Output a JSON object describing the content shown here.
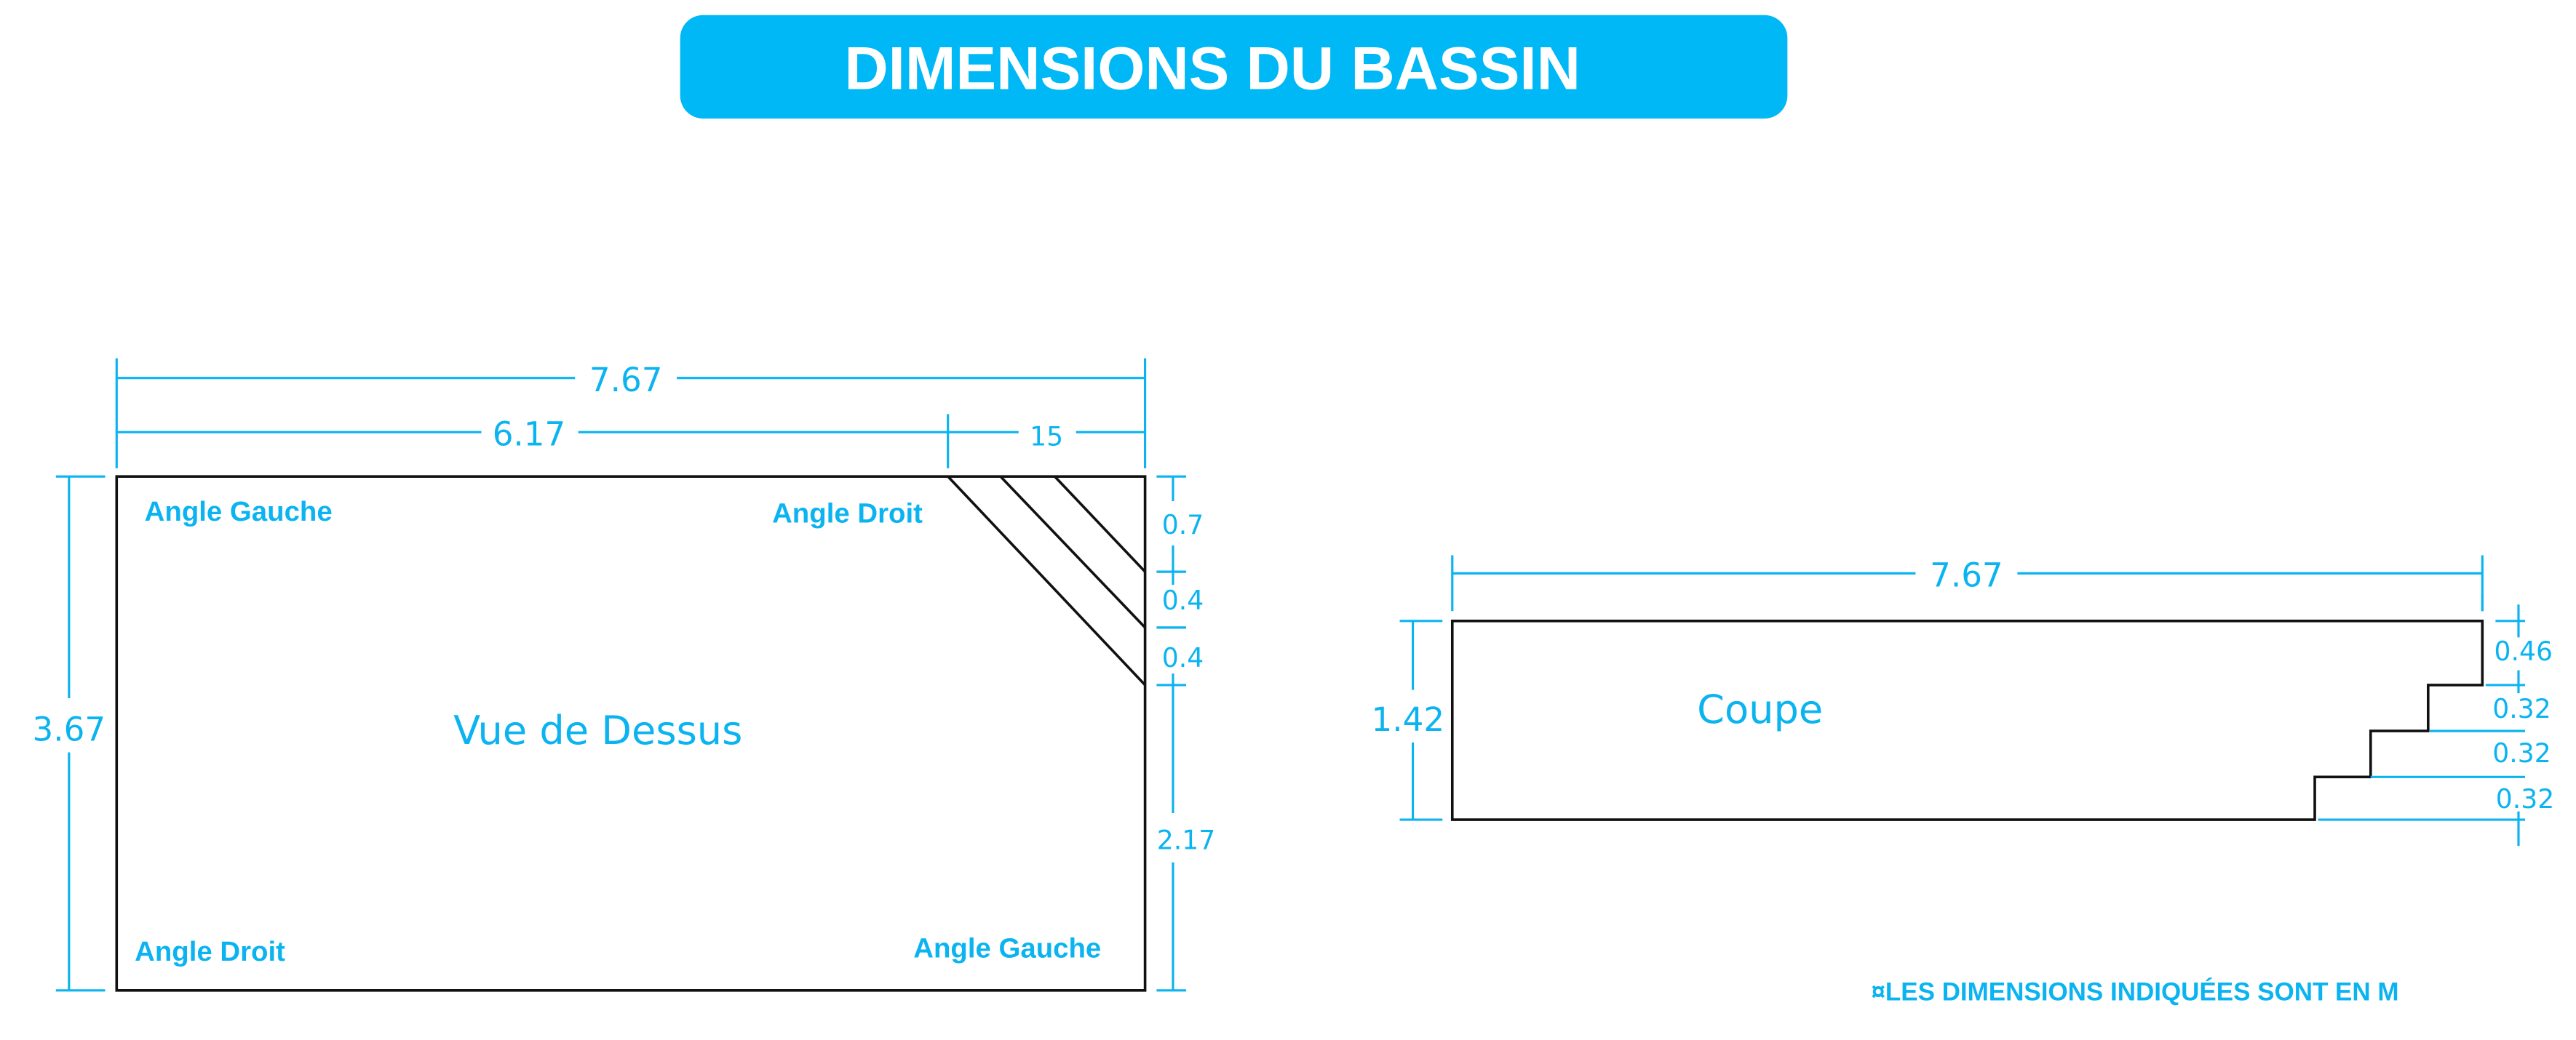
{
  "title": "DIMENSIONS DU BASSIN",
  "colors": {
    "accent": "#0bb4f0",
    "outline": "#111111"
  },
  "top_view": {
    "name": "Vue de Dessus",
    "corners": {
      "top_left": "Angle Gauche",
      "top_right": "Angle Droit",
      "bottom_left": "Angle Droit",
      "bottom_right": "Angle Gauche"
    },
    "dimensions": {
      "total_length": "7.67",
      "main_length": "6.17",
      "stair_width": "15",
      "width": "3.67",
      "stair_1": "0.7",
      "stair_2": "0.4",
      "stair_3": "0.4",
      "remaining": "2.17"
    }
  },
  "section_view": {
    "name": "Coupe",
    "dimensions": {
      "length": "7.67",
      "depth": "1.42",
      "step_1": "0.46",
      "step_2": "0.32",
      "step_3": "0.32",
      "step_4": "0.32"
    }
  },
  "note": "¤LES DIMENSIONS INDIQUÉES SONT EN M"
}
